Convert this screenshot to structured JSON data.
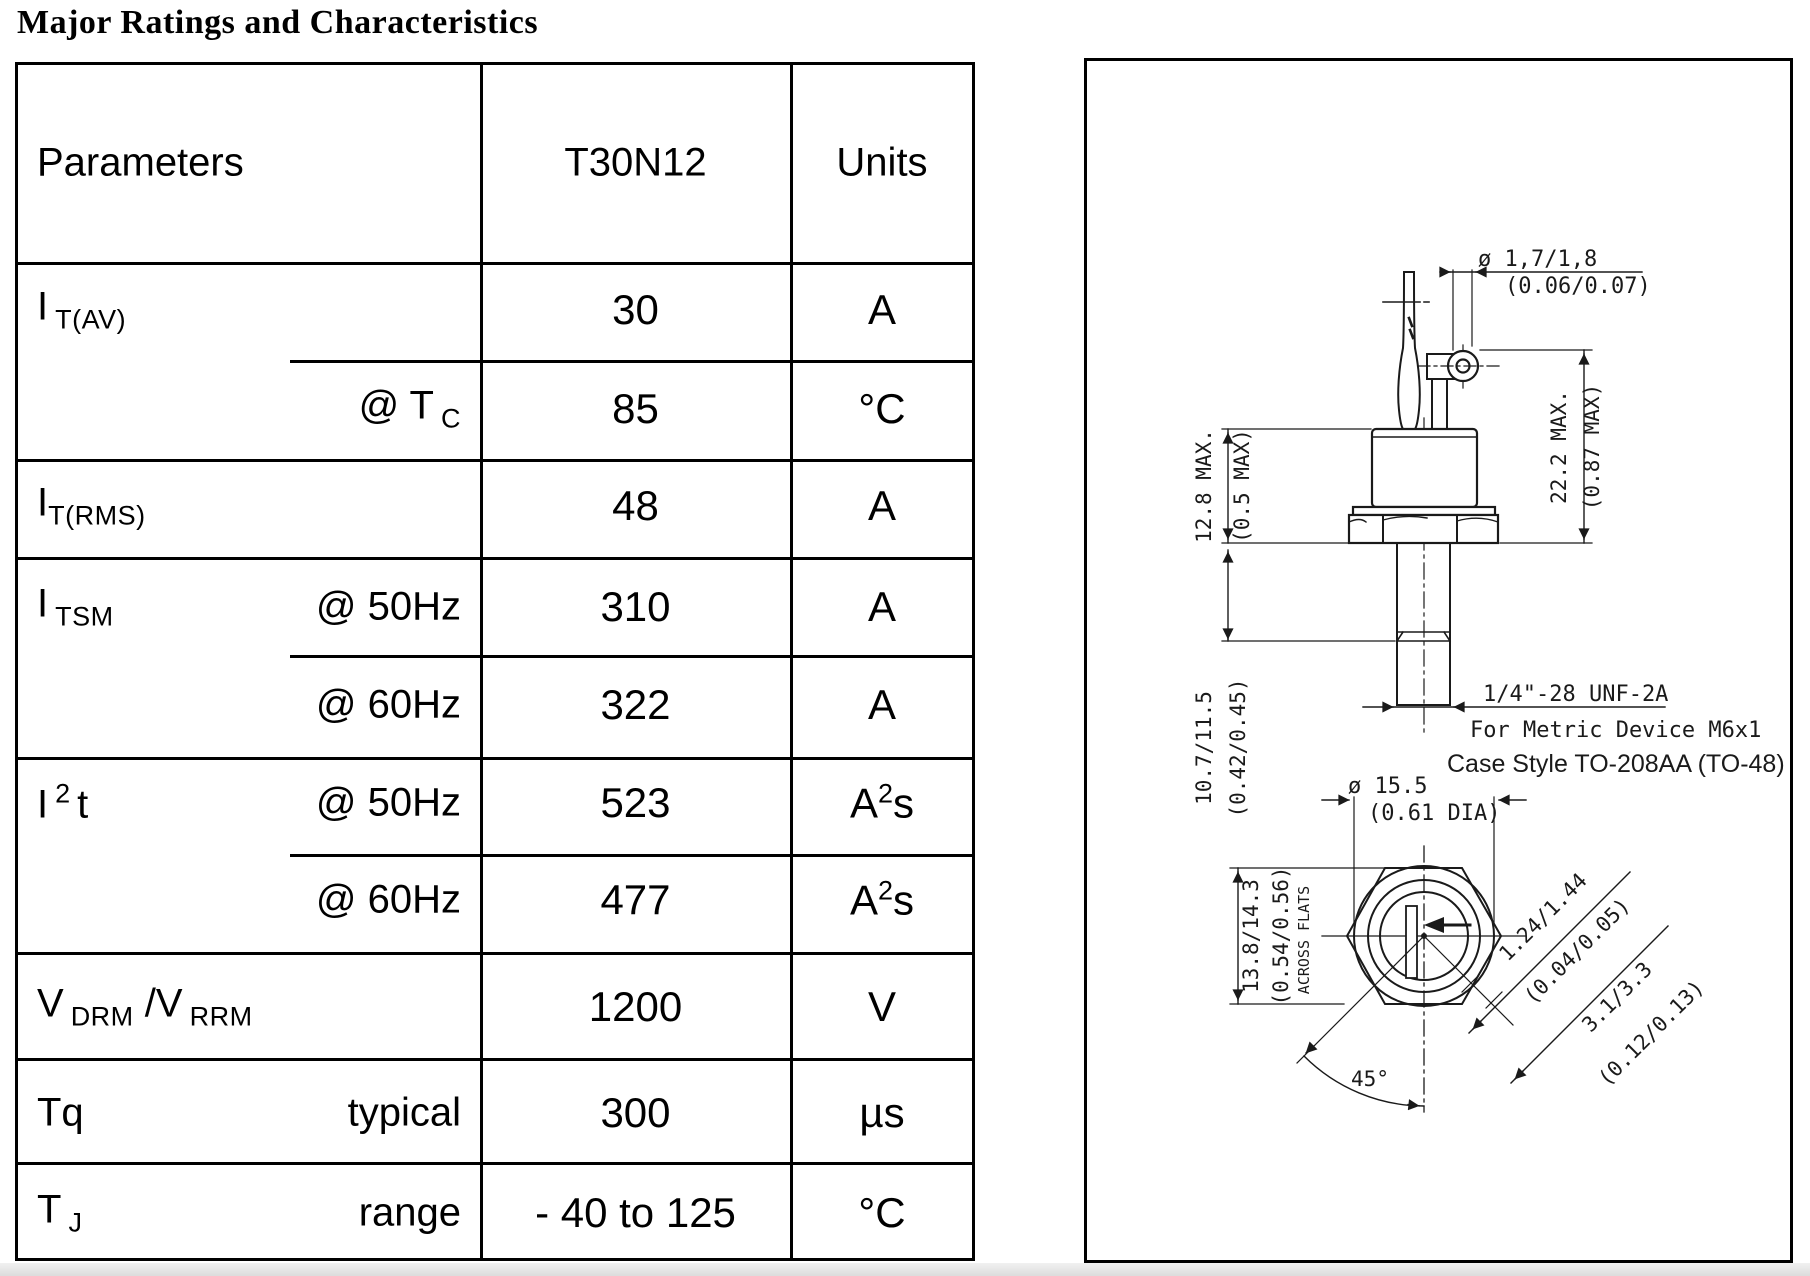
{
  "page": {
    "title": "Major Ratings and Characteristics"
  },
  "table": {
    "headers": {
      "parameters": "Parameters",
      "device": "T30N12",
      "units": "Units"
    },
    "rows": [
      {
        "sym": "I",
        "sub": "T(AV)",
        "cond": "",
        "value": "30",
        "unit": "A"
      },
      {
        "cond_pre": "@ T",
        "cond_sub": "C",
        "value": "85",
        "unit": "°C"
      },
      {
        "sym": "I",
        "sub": "T(RMS)",
        "cond": "",
        "value": "48",
        "unit": "A"
      },
      {
        "sym": "I",
        "sub": "TSM",
        "cond": "@ 50Hz",
        "value": "310",
        "unit": "A"
      },
      {
        "cond": "@ 60Hz",
        "value": "322",
        "unit": "A"
      },
      {
        "sym": "I",
        "sup": "2",
        "sym2": "t",
        "cond": "@ 50Hz",
        "value": "523",
        "unit": "A",
        "unit_sup": "2",
        "unit_tail": "s"
      },
      {
        "cond": "@ 60Hz",
        "value": "477",
        "unit": "A",
        "unit_sup": "2",
        "unit_tail": "s"
      },
      {
        "sym": "V",
        "sub": "DRM",
        "sym2": " /V",
        "sub2": "RRM",
        "value": "1200",
        "unit": "V"
      },
      {
        "sym": "Tq",
        "cond": "typical",
        "value": "300",
        "unit": "µs"
      },
      {
        "sym": "T",
        "sub": "J",
        "cond": "range",
        "value": "- 40 to 125",
        "unit": "°C"
      }
    ]
  },
  "drawing": {
    "lead_dia_mm": "ø 1,7/1,8",
    "lead_dia_in": "(0.06/0.07)",
    "height_mm": "22.2 MAX.",
    "height_in": "(0.87 MAX)",
    "body_mm": "12.8 MAX.",
    "body_in": "(0.5 MAX)",
    "stud_mm": "10.7/11.5",
    "stud_in": "(0.42/0.45)",
    "thread": "1/4\"-28 UNF-2A",
    "metric": "For Metric Device M6x1",
    "case_style": "Case Style TO-208AA (TO-48)",
    "body_dia_mm": "ø 15.5",
    "body_dia_in": "(0.61 DIA)",
    "flats_mm": "13.8/14.3",
    "flats_in": "(0.54/0.56)",
    "flats_label": "ACROSS FLATS",
    "angle": "45°",
    "gate_offset_mm": "1.24/1.44",
    "gate_offset_in": "(0.04/0.05)",
    "gate_width_mm": "3.1/3.3",
    "gate_width_in": "(0.12/0.13)"
  }
}
